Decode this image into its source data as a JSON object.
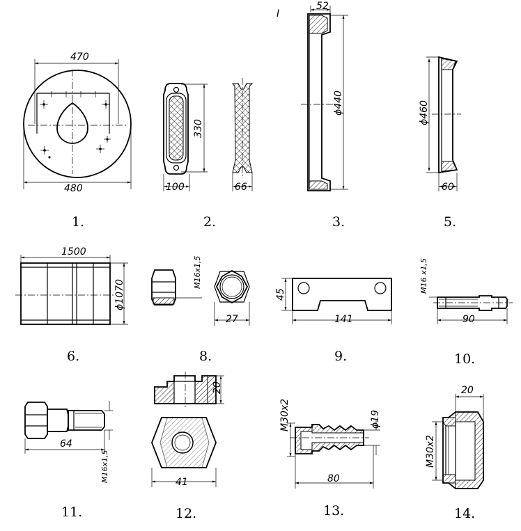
{
  "top_mark": "I",
  "parts": [
    {
      "number": "1.",
      "dims": [
        "470",
        "480"
      ]
    },
    {
      "number": "2.",
      "dims": [
        "330",
        "100",
        "66"
      ]
    },
    {
      "number": "3.",
      "dims": [
        "52",
        "ϕ440"
      ]
    },
    {
      "number": "5.",
      "dims": [
        "ϕ460",
        "60"
      ]
    },
    {
      "number": "6.",
      "dims": [
        "1500",
        "ϕ1070"
      ]
    },
    {
      "number": "8.",
      "dims": [
        "M16x1,5",
        "27"
      ]
    },
    {
      "number": "9.",
      "dims": [
        "45",
        "141"
      ]
    },
    {
      "number": "10.",
      "dims": [
        "M16 x1,5",
        "90"
      ]
    },
    {
      "number": "11.",
      "dims": [
        "64",
        "M16x1,5"
      ]
    },
    {
      "number": "12.",
      "dims": [
        "20",
        "41"
      ]
    },
    {
      "number": "13.",
      "dims": [
        "M30x2",
        "ϕ19",
        "80"
      ]
    },
    {
      "number": "14.",
      "dims": [
        "20",
        "M30x2"
      ]
    }
  ]
}
